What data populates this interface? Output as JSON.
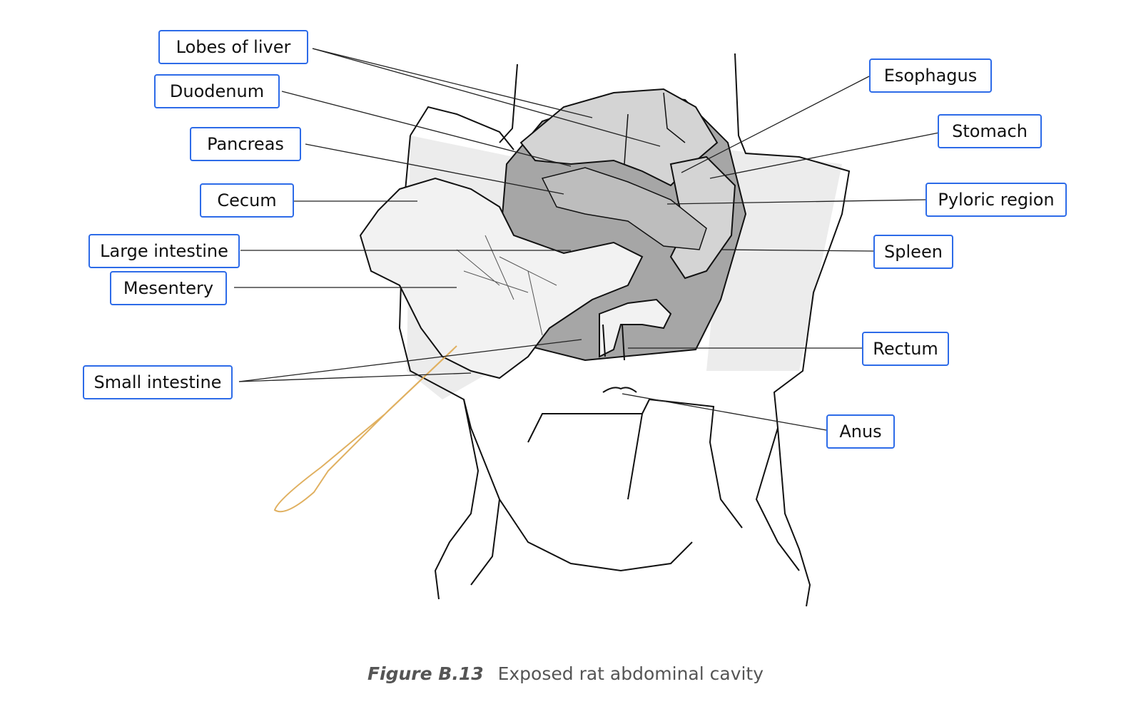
{
  "labels": {
    "lobes_of_liver": "Lobes of liver",
    "duodenum": "Duodenum",
    "pancreas": "Pancreas",
    "cecum": "Cecum",
    "large_intestine": "Large intestine",
    "mesentery": "Mesentery",
    "small_intestine": "Small intestine",
    "esophagus": "Esophagus",
    "stomach": "Stomach",
    "pyloric_region": "Pyloric region",
    "spleen": "Spleen",
    "rectum": "Rectum",
    "anus": "Anus"
  },
  "caption": {
    "figure_number": "Figure B.13",
    "text": "Exposed rat abdominal cavity"
  },
  "colors": {
    "label_border": "#2d6be8",
    "organ_light": "#d4d4d4",
    "organ_dark": "#a6a6a6",
    "forceps": "#e0b060"
  }
}
